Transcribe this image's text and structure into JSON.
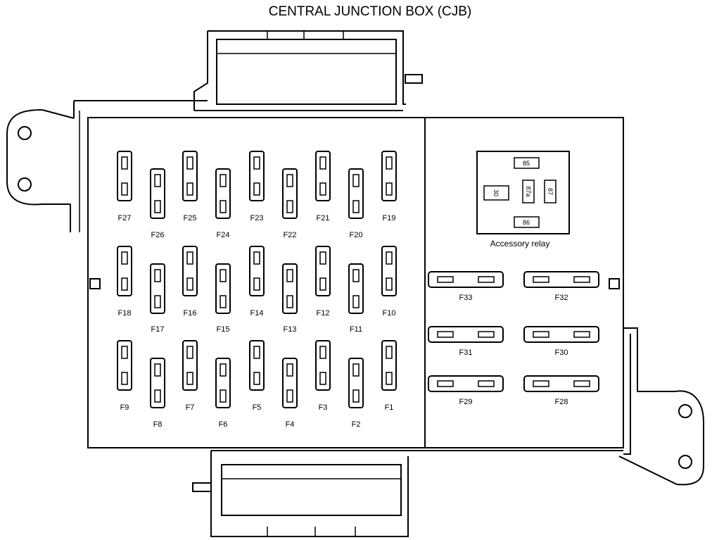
{
  "title": "CENTRAL JUNCTION BOX (CJB)",
  "relay": {
    "label": "Accessory relay",
    "pins": {
      "p85": "85",
      "p30": "30",
      "p87a": "87a",
      "p87": "87",
      "p86": "86"
    }
  },
  "fuses": {
    "row_top": [
      "F27",
      "F26",
      "F25",
      "F24",
      "F23",
      "F22",
      "F21",
      "F20",
      "F19"
    ],
    "row_mid": [
      "F18",
      "F17",
      "F16",
      "F15",
      "F14",
      "F13",
      "F12",
      "F11",
      "F10"
    ],
    "row_bottom": [
      "F9",
      "F8",
      "F7",
      "F6",
      "F5",
      "F4",
      "F3",
      "F2",
      "F1"
    ],
    "right_left": [
      "F33",
      "F31",
      "F29"
    ],
    "right_right": [
      "F32",
      "F30",
      "F28"
    ]
  }
}
